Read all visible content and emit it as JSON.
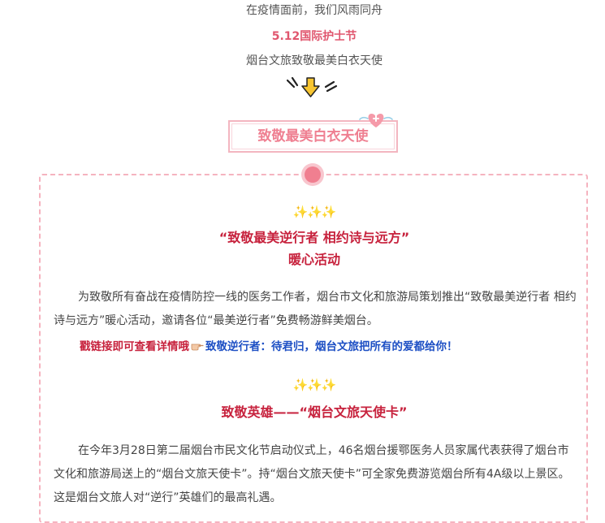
{
  "intro": {
    "line1": "在疫情面前，我们风雨同舟",
    "line2": "5.12国际护士节",
    "line3": "烟台文旅致敬最美白衣天使"
  },
  "title_box": {
    "label": "致敬最美白衣天使"
  },
  "icons": {
    "arrow": "down-arrow-icon",
    "heart": "heart-icon",
    "hand": "pointing-hand-icon"
  },
  "section1": {
    "sparkles": "✨✨✨",
    "title_line1": "“致敬最美逆行者 相约诗与远方”",
    "title_line2": "暖心活动",
    "paragraph": "为致敬所有奋战在疫情防控一线的医务工作者，烟台市文化和旅游局策划推出“致敬最美逆行者 相约诗与远方”暖心活动，邀请各位“最美逆行者”免费畅游鲜美烟台。",
    "link_prompt": "戳链接即可查看详情哦",
    "link_text": "致敬逆行者：待君归，烟台文旅把所有的爱都给你！"
  },
  "section2": {
    "sparkles": "✨✨✨",
    "title": "致敬英雄——“烟台文旅天使卡”",
    "paragraph": "在今年3月28日第二届烟台市民文化节启动仪式上，46名烟台援鄂医务人员家属代表获得了烟台市文化和旅游局送上的“烟台文旅天使卡”。持“烟台文旅天使卡”可全家免费游览烟台所有4A级以上景区。这是烟台文旅人对“逆行”英雄们的最高礼遇。"
  },
  "colors": {
    "accent_pink": "#ef7f91",
    "title_red": "#c7223d",
    "link_blue": "#1d4fc4",
    "dashed_border": "#f5b3bf"
  }
}
